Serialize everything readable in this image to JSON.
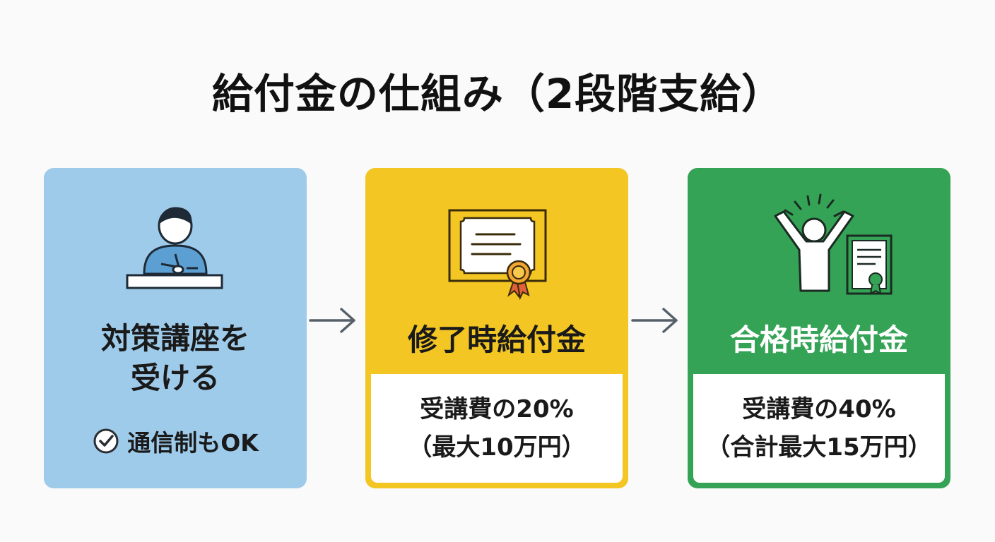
{
  "title": "給付金の仕組み（2段階支給）",
  "colors": {
    "step1": "#9fcbeb",
    "step2": "#f3c623",
    "step3": "#35a356",
    "arrow": "#56606a"
  },
  "steps": [
    {
      "icon": "studying-person-icon",
      "title_lines": [
        "対策講座を",
        "受ける"
      ],
      "note": {
        "icon": "check-circle-icon",
        "text": "通信制もOK"
      }
    },
    {
      "icon": "certificate-icon",
      "title": "修了時給付金",
      "result_lines": [
        "受講費の20%",
        "（最大10万円）"
      ]
    },
    {
      "icon": "celebrating-person-certificate-icon",
      "title": "合格時給付金",
      "result_lines": [
        "受講費の40%",
        "（合計最大15万円）"
      ]
    }
  ],
  "arrows": [
    "arrow-right-icon",
    "arrow-right-icon"
  ]
}
